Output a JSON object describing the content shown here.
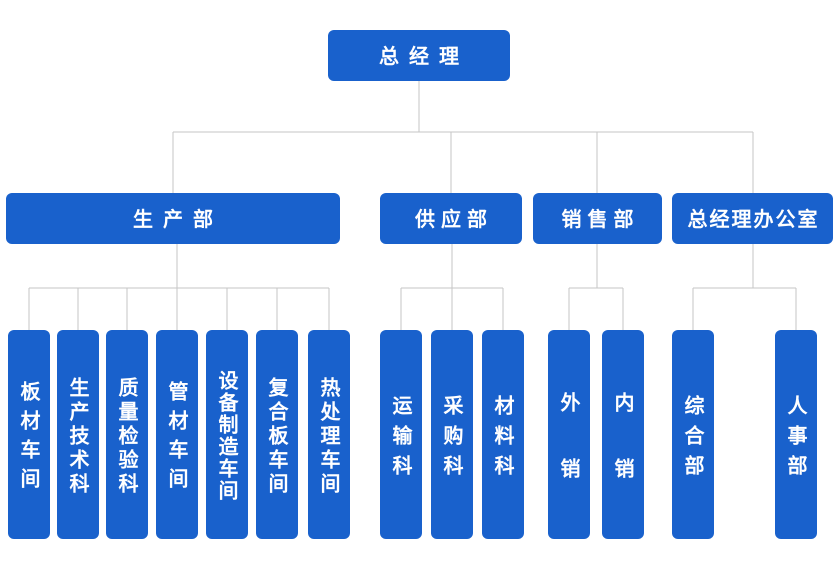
{
  "colors": {
    "node_fill": "#1961cc",
    "node_text": "#ffffff",
    "connector": "#c5c5c5",
    "background": "#ffffff"
  },
  "root": {
    "label": "总经理"
  },
  "departments": [
    {
      "label": "生产部",
      "children": [
        {
          "label": "板材车间"
        },
        {
          "label": "生产技术科"
        },
        {
          "label": "质量检验科"
        },
        {
          "label": "管材车间"
        },
        {
          "label": "设备制造车间"
        },
        {
          "label": "复合板车间"
        },
        {
          "label": "热处理车间"
        }
      ]
    },
    {
      "label": "供应部",
      "children": [
        {
          "label": "运输科"
        },
        {
          "label": "采购科"
        },
        {
          "label": "材料科"
        }
      ]
    },
    {
      "label": "销售部",
      "children": [
        {
          "label": "外销"
        },
        {
          "label": "内销"
        }
      ]
    },
    {
      "label": "总经理办公室",
      "children": [
        {
          "label": "综合部"
        },
        {
          "label": "人事部"
        }
      ]
    }
  ]
}
